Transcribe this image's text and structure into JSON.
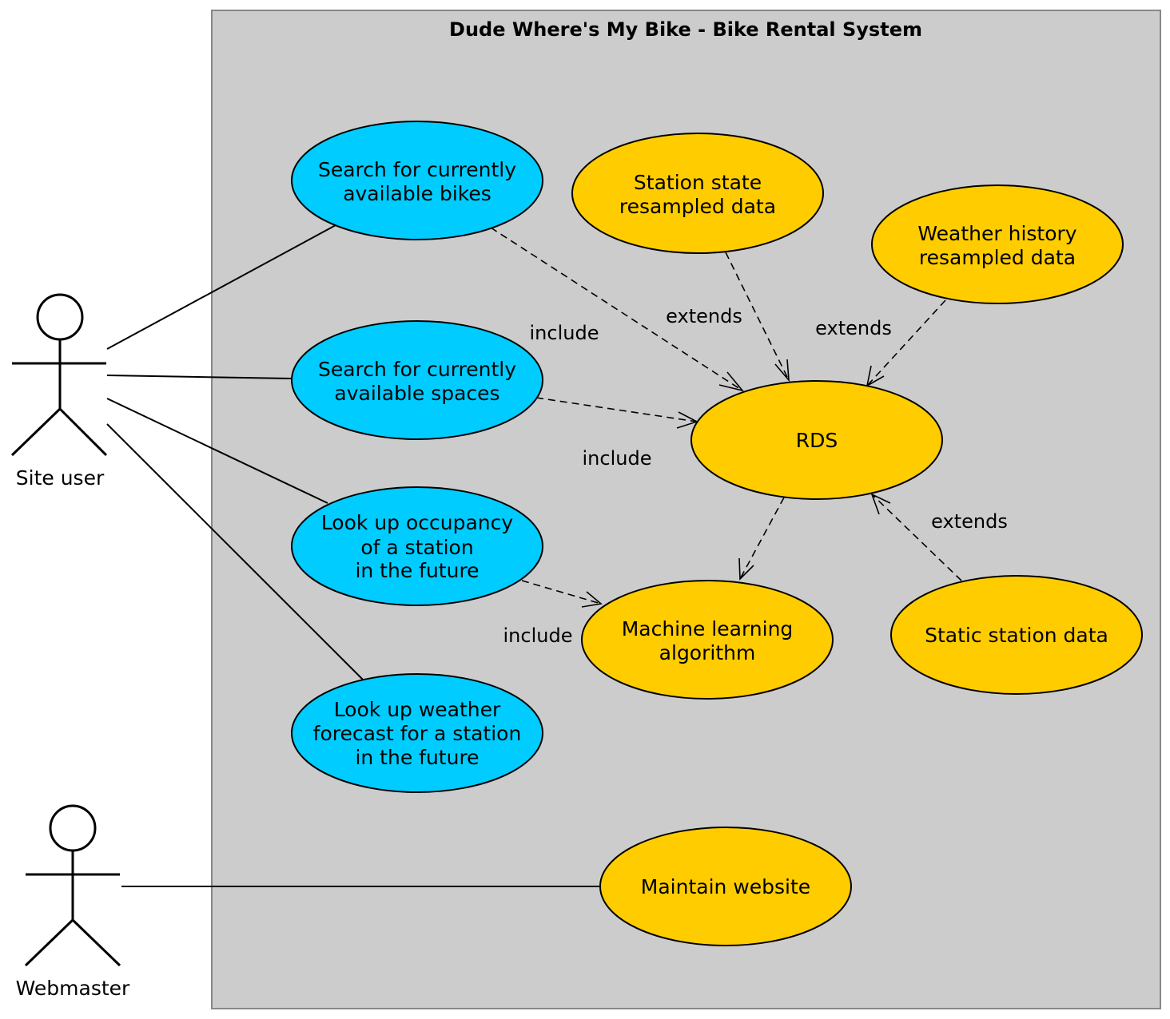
{
  "system": {
    "title": "Dude Where's My Bike - Bike Rental System"
  },
  "colors": {
    "boundary_fill": "#cccccc",
    "user_usecase": "#00ccff",
    "system_usecase": "#ffcc00"
  },
  "actors": {
    "site_user": "Site user",
    "webmaster": "Webmaster"
  },
  "use_cases": {
    "search_bikes": [
      "Search for currently",
      "available bikes"
    ],
    "search_spaces": [
      "Search for currently",
      "available spaces"
    ],
    "occupancy": [
      "Look up occupancy",
      "of a station",
      "in the future"
    ],
    "weather_forecast": [
      "Look up weather",
      "forecast for a station",
      "in the future"
    ],
    "station_state": [
      "Station state",
      "resampled data"
    ],
    "weather_history": [
      "Weather history",
      "resampled data"
    ],
    "rds": [
      "RDS"
    ],
    "ml": [
      "Machine learning",
      "algorithm"
    ],
    "static_station": [
      "Static station data"
    ],
    "maintain": [
      "Maintain website"
    ]
  },
  "relationships": {
    "include_1": "include",
    "include_2": "include",
    "include_3": "include",
    "extends_1": "extends",
    "extends_2": "extends",
    "extends_3": "extends"
  }
}
